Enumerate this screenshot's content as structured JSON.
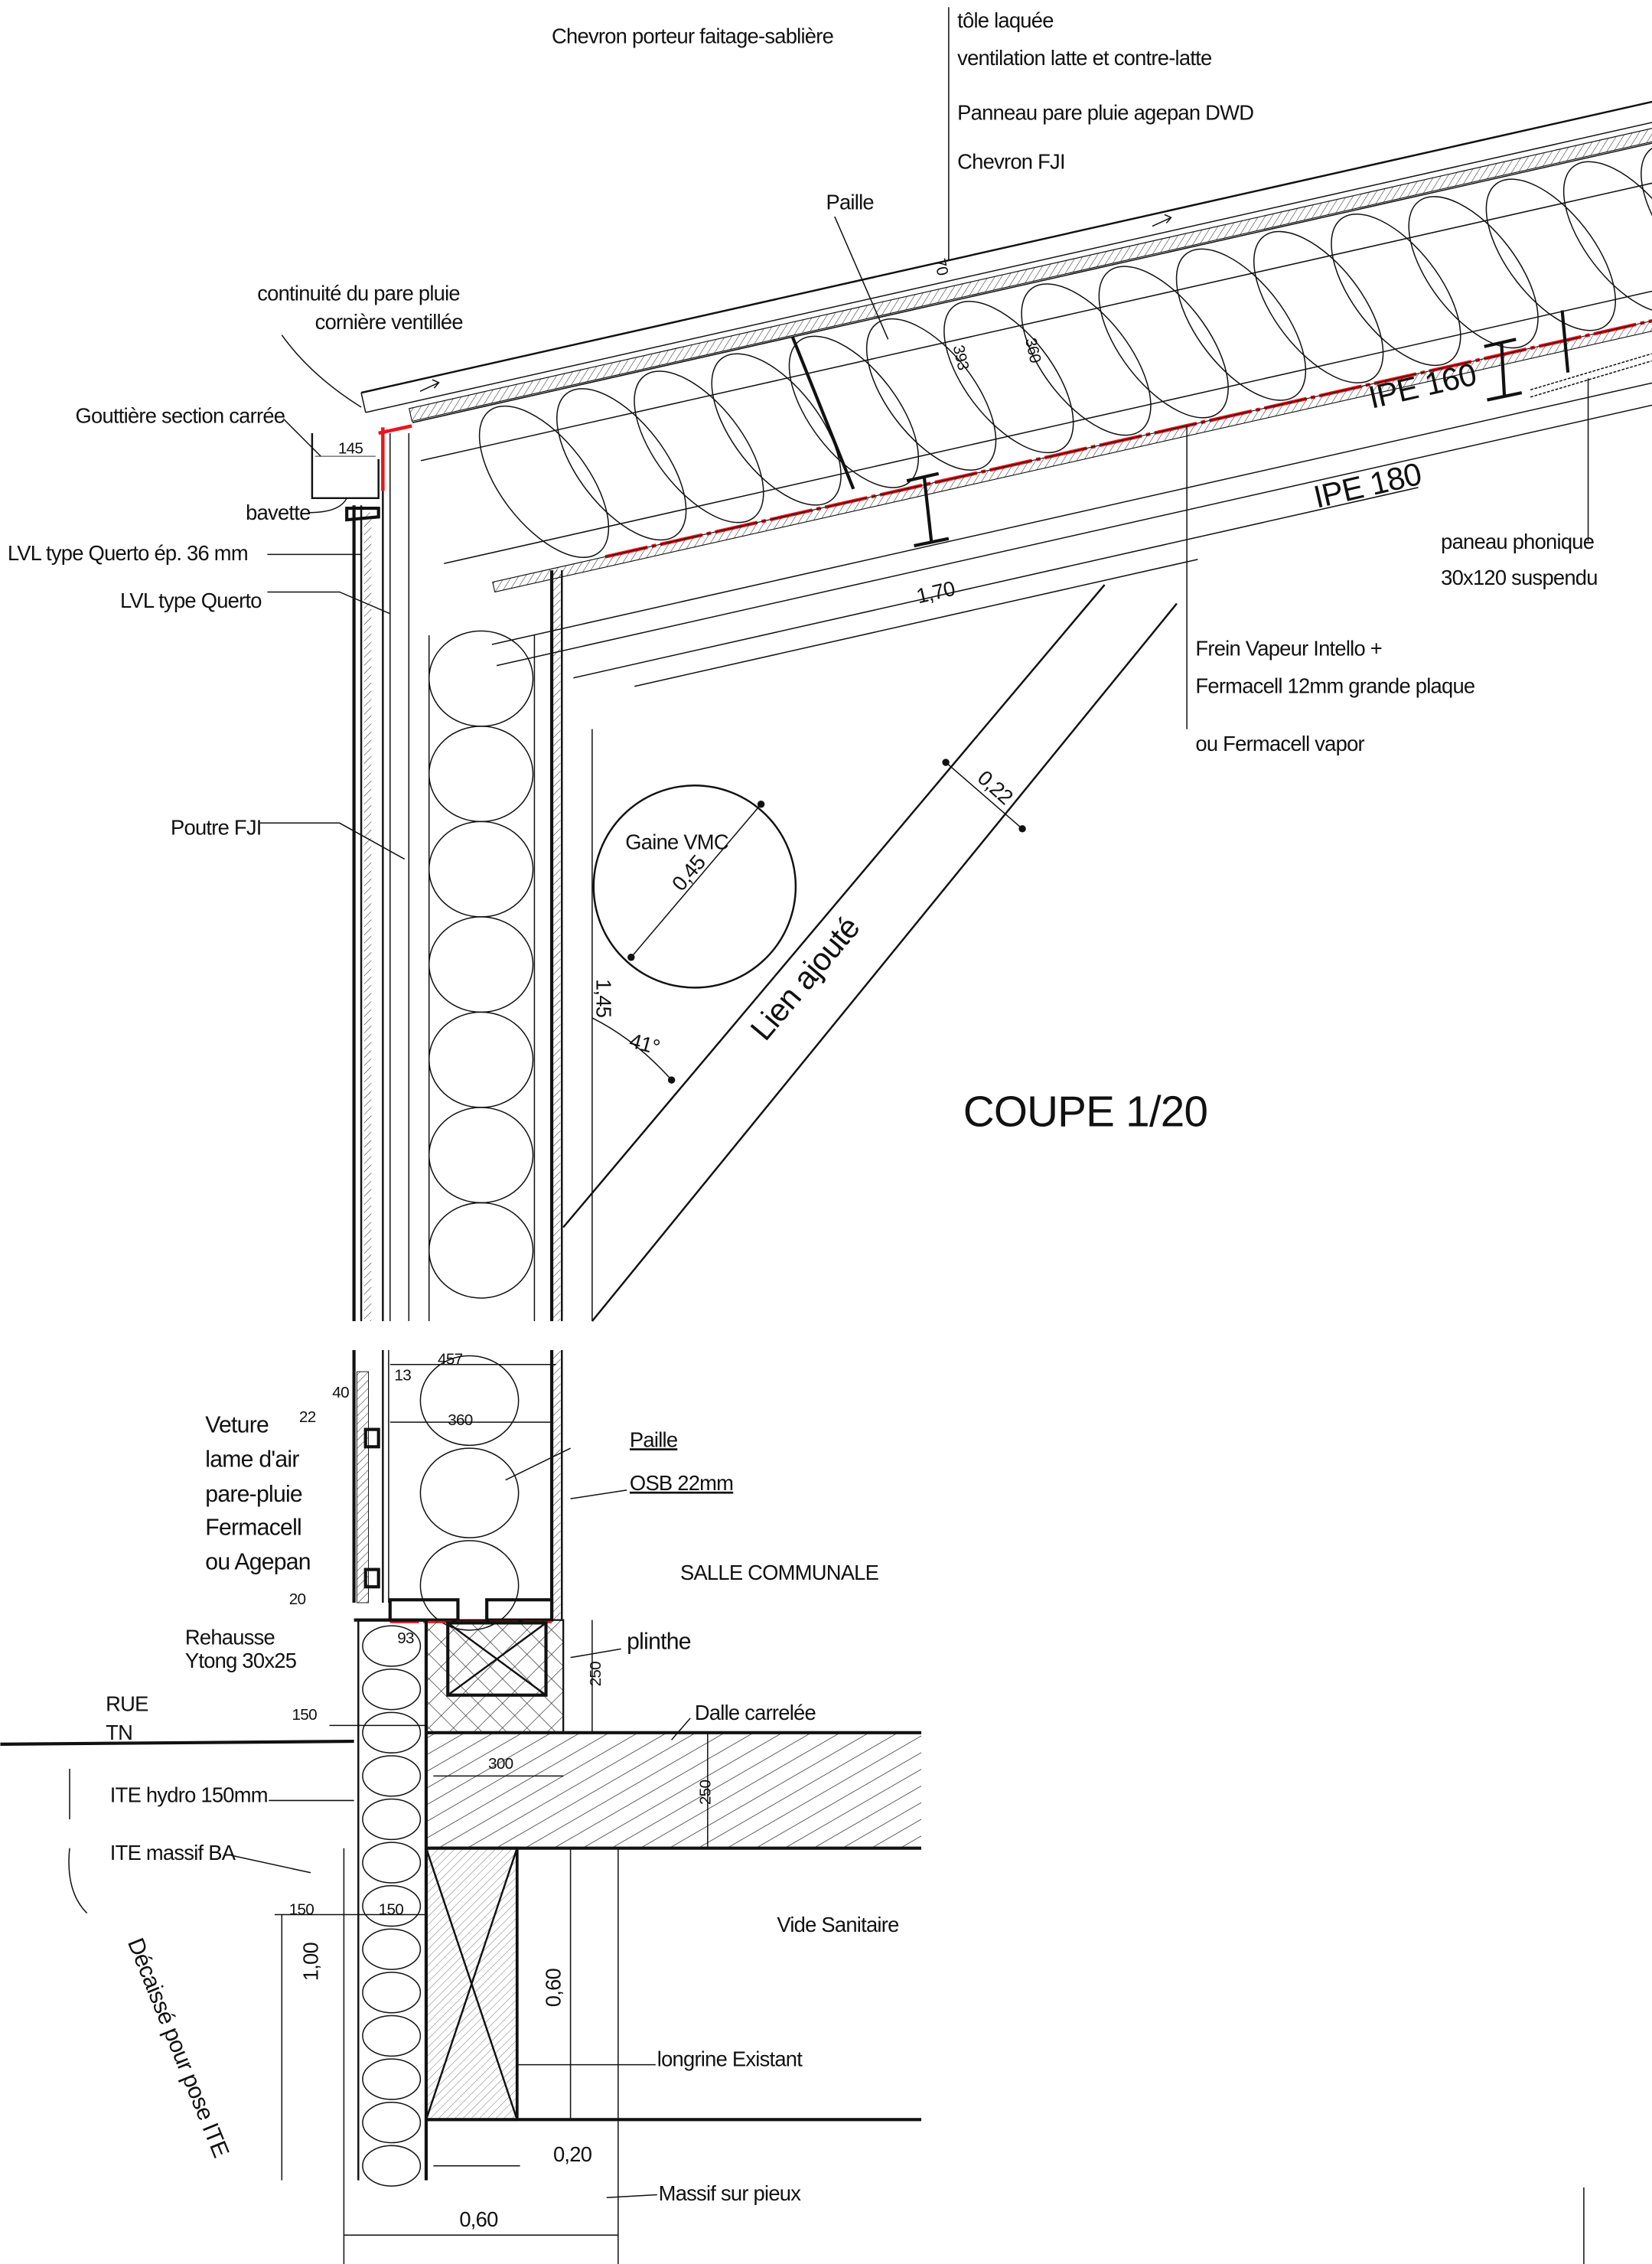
{
  "title": "COUPE 1/20",
  "colors": {
    "line": "#111111",
    "vapour_barrier": "#e8161b",
    "background": "#ffffff"
  },
  "roof_labels": {
    "chevron_porteur": "Chevron porteur faitage-sablière",
    "tole": "tôle laquée",
    "ventilation": "ventilation latte et contre-latte",
    "panneau": "Panneau pare pluie agepan DWD",
    "chevron_fji": "Chevron FJI",
    "paille": "Paille",
    "continuite": "continuité du pare pluie",
    "corniere": "cornière ventillée",
    "gouttiere": "Gouttière section carrée",
    "gouttiere_dim": "145",
    "bavette": "bavette",
    "lvl_ep": "LVL type Querto  ép. 36 mm",
    "lvl": "LVL type Querto",
    "poutre_fji": "Poutre FJI",
    "ipe160": "IPE 160",
    "ipe180": "IPE 180",
    "dim_170": "1,70",
    "dim_70": "70",
    "dim_393": "393",
    "dim_360": "360",
    "paneau_phonique": "paneau phonique",
    "paneau_phonique_size": "30x120 suspendu",
    "frein_vapeur": "Frein Vapeur Intello +",
    "fermacell_plaque": "Fermacell 12mm grande plaque",
    "fermacell_vapor": "ou  Fermacell vapor",
    "dim_022": "0,22",
    "gaine_vmc": "Gaine VMC",
    "dim_045": "0,45",
    "lien": "Lien ajouté",
    "dim_145": "1,45",
    "angle": "41°"
  },
  "wall_labels": {
    "dim_457": "457",
    "dim_13": "13",
    "dim_40": "40",
    "dim_360": "360",
    "dim_22": "22",
    "veture": "Veture",
    "lame_air": "lame d'air",
    "pare_pluie": "pare-pluie",
    "fermacell": "Fermacell",
    "agepan": "ou Agepan",
    "paille": "Paille",
    "osb": "OSB 22mm",
    "salle": "SALLE COMMUNALE",
    "dim_20": "20",
    "dim_93": "93",
    "rehausse": "Rehausse",
    "ytong": "Ytong 30x25",
    "plinthe": "plinthe",
    "dim_250a": "250"
  },
  "foundation_labels": {
    "rue": "RUE",
    "tn": "TN",
    "dim_150a": "150",
    "dalle": "Dalle carrelée",
    "dim_300": "300",
    "dim_250b": "250",
    "ite_hydro": "ITE hydro 150mm",
    "ite_massif": "ITE massif BA",
    "dim_150b": "150",
    "dim_150c": "150",
    "dim_100": "1,00",
    "vide": "Vide Sanitaire",
    "dim_060a": "0,60",
    "decaisse": "Décaissé pour pose ITE",
    "longrine": "longrine Existant",
    "dim_020": "0,20",
    "massif": "Massif sur pieux",
    "dim_060b": "0,60"
  }
}
